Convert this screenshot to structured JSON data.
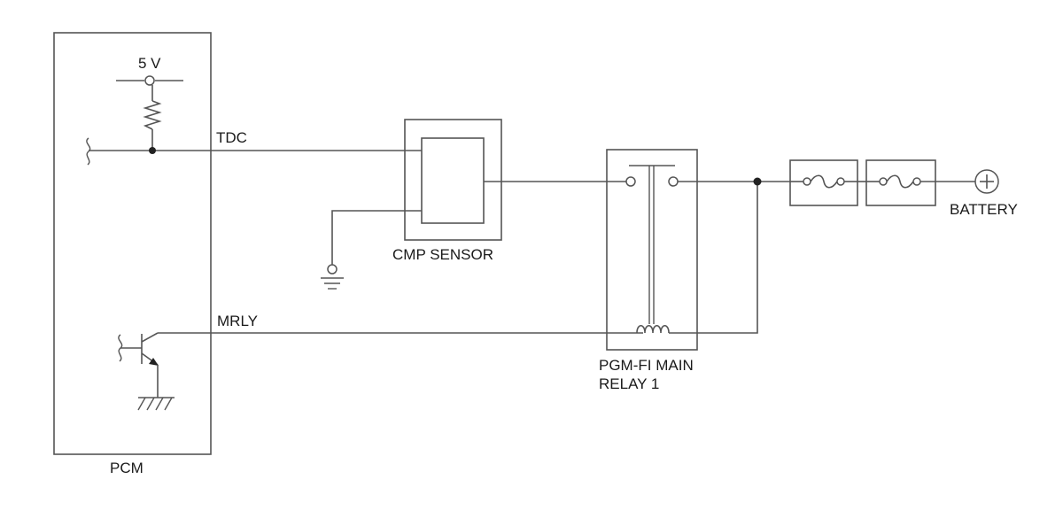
{
  "labels": {
    "pcm": "PCM",
    "five_v": "5 V",
    "tdc": "TDC",
    "mrly": "MRLY",
    "cmp_sensor": "CMP SENSOR",
    "relay_line1": "PGM-FI MAIN",
    "relay_line2": "RELAY 1",
    "battery": "BATTERY"
  },
  "colors": {
    "line": "#555555",
    "text": "#1a1a1a"
  },
  "icons": [
    "resistor-icon",
    "ground-icon",
    "transistor-icon",
    "fuse-icon",
    "relay-coil-icon",
    "battery-plus-icon"
  ]
}
